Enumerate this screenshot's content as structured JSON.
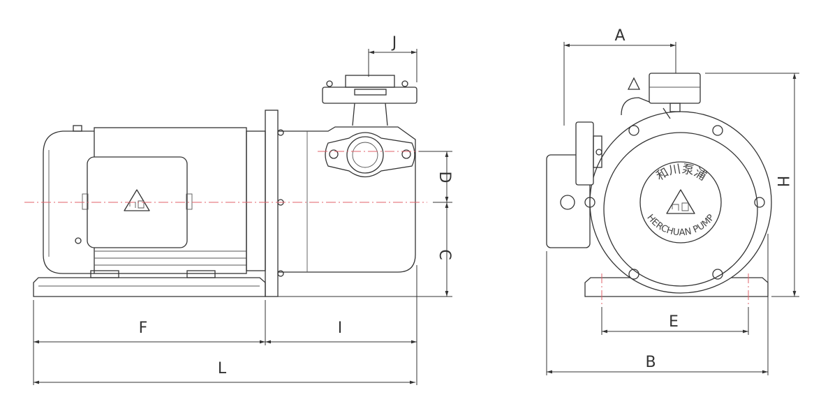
{
  "dimensions": {
    "A": "A",
    "B": "B",
    "C": "C",
    "D": "D",
    "E": "E",
    "F": "F",
    "H": "H",
    "I": "I",
    "J": "J",
    "L": "L"
  },
  "brand": {
    "chinese": "和川泵浦",
    "english": "HERCHUAN PUMP"
  },
  "colors": {
    "line": "#333333",
    "centerline": "#e0606a"
  }
}
